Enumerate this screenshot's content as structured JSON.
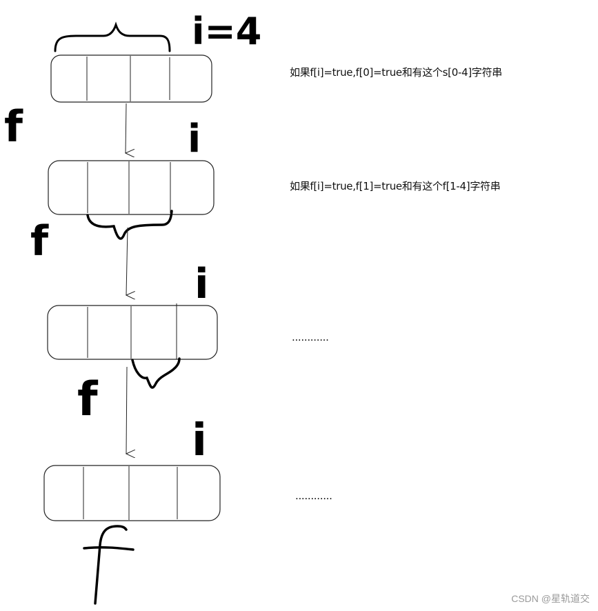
{
  "labels": {
    "index_label": "i=4",
    "array_name": "f",
    "pointer": "i"
  },
  "notes": [
    "如果f[i]=true,f[0]=true和有这个s[0-4]字符串",
    "如果f[i]=true,f[1]=true和有这个f[1-4]字符串",
    "............",
    "............"
  ],
  "watermark": "CSDN @星轨道交",
  "colors": {
    "ink": "#000000",
    "cell_line": "#222222",
    "note": "#111111",
    "watermark": "#9a9a9a"
  }
}
